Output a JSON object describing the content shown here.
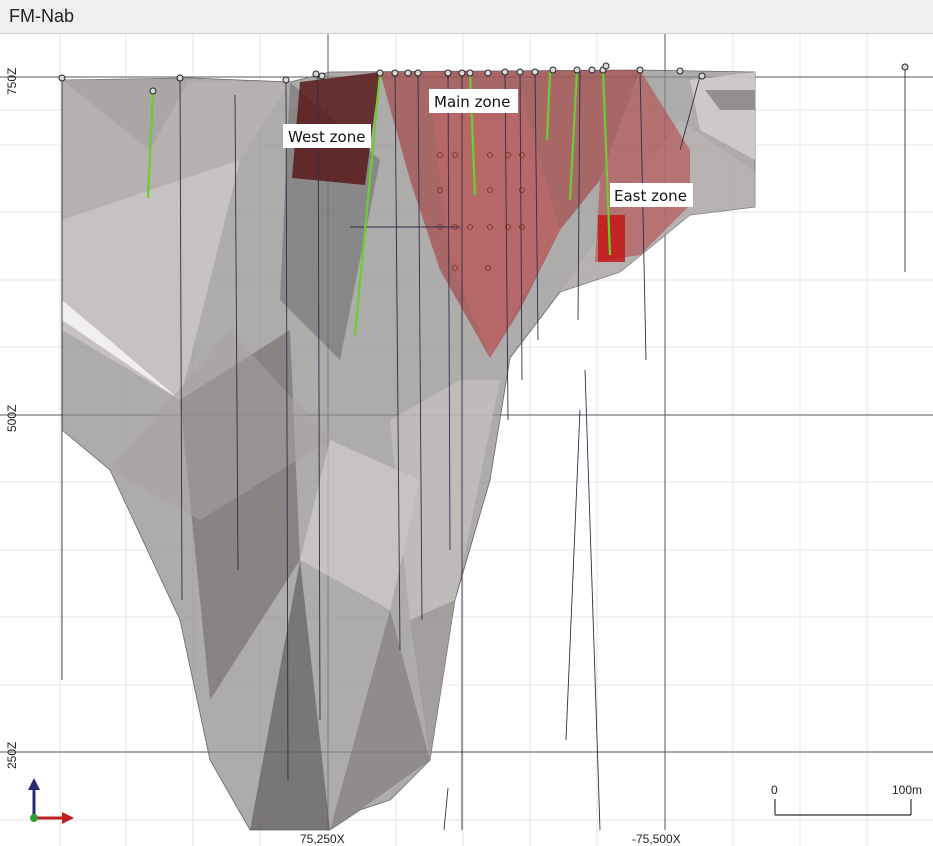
{
  "window": {
    "title": "FM-Nab"
  },
  "section": {
    "elevation_labels": [
      "750Z",
      "500Z",
      "250Z"
    ],
    "easting_labels": [
      "75,250X",
      "-75,500X"
    ],
    "zones": [
      "West zone",
      "Main zone",
      "East zone"
    ],
    "scale_bar": {
      "start": "0",
      "end": "100m"
    }
  },
  "colors": {
    "waste_solid": "#8f8a8a",
    "ore_zone": "#a43a3a",
    "drillhole_highlight": "#6ccd2e",
    "gridline": "#e4e4e4",
    "axis_up": "#2a2a6e",
    "axis_right": "#c02020"
  },
  "icons": [
    "axis-triad-icon"
  ]
}
